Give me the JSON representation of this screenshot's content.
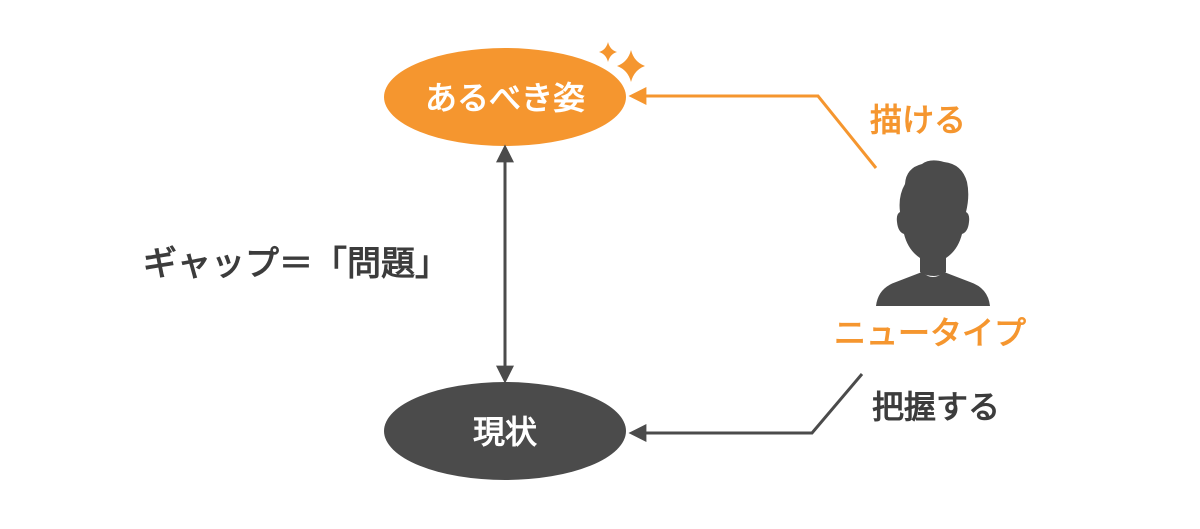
{
  "nodes": {
    "ideal": {
      "label": "あるべき姿"
    },
    "current": {
      "label": "現状"
    },
    "actor": {
      "label": "ニュータイプ"
    }
  },
  "labels": {
    "gap": "ギャップ＝「問題」",
    "draw": "描ける",
    "grasp": "把握する"
  },
  "colors": {
    "orange": "#f5962f",
    "dark": "#4b4b4b",
    "text_dark": "#3c3c3c",
    "white": "#ffffff"
  }
}
